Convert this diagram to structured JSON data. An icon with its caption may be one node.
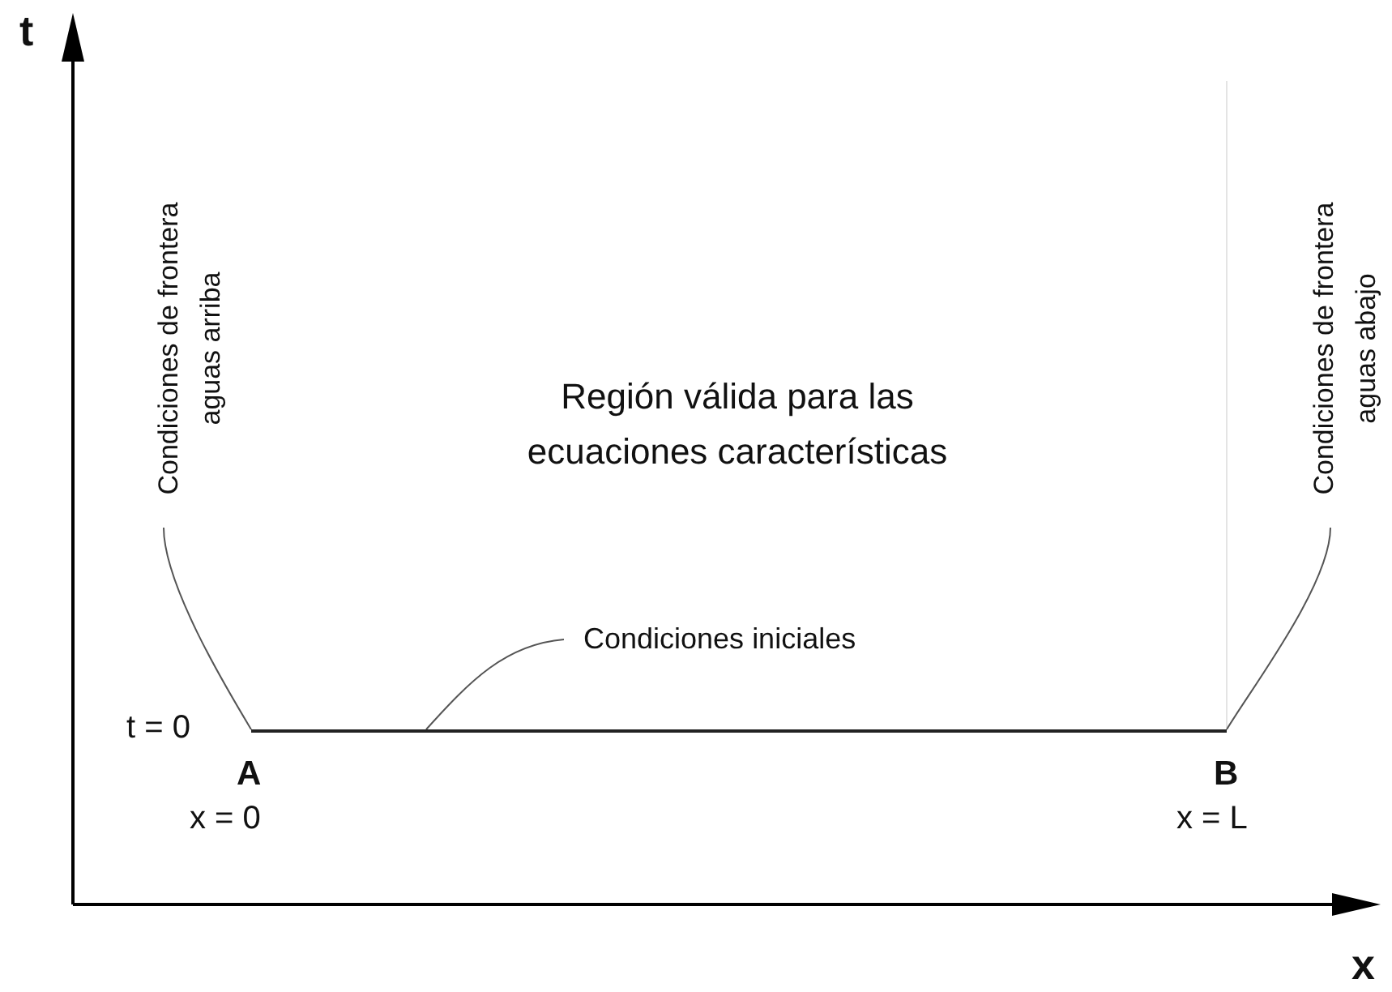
{
  "diagram": {
    "nodes": [
      {
        "text": [
          "Condiciones de frontera aguas arriba"
        ]
      },
      {
        "text": [
          "Condiciones iniciales"
        ]
      },
      {
        "text": [
          "Condiciones de frontera aguas abajo"
        ]
      },
      {
        "text": [],
        "shape": "line"
      }
    ],
    "edges": [
      {
        "from": 0,
        "to": 3,
        "arrow": "none"
      },
      {
        "from": 1,
        "to": 3,
        "arrow": "none"
      },
      {
        "from": 2,
        "to": 3,
        "arrow": "none"
      }
    ],
    "labels": [
      "t",
      "Región válida para las ecuaciones características",
      "t = 0",
      "A",
      "x = 0",
      "B",
      "x = L",
      "x"
    ]
  }
}
